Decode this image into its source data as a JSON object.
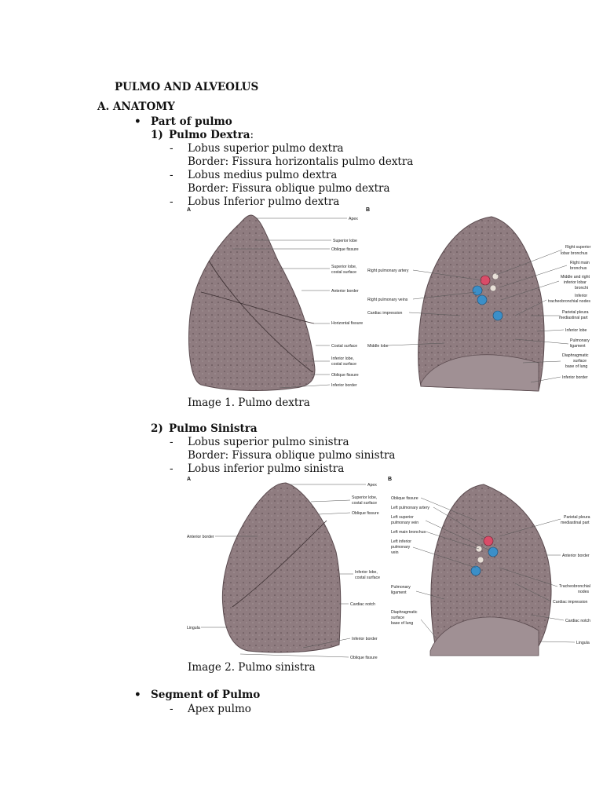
{
  "doc": {
    "title": "PULMO AND ALVEOLUS",
    "section_a": "A.  ANATOMY",
    "bullet1": "Part of pulmo",
    "dextra": {
      "num": "1)",
      "heading": "Pulmo Dextra",
      "colon": ":"
    },
    "dextra_items": [
      "Lobus superior pulmo dextra",
      "Border: Fissura horizontalis pulmo dextra",
      "Lobus medius pulmo dextra",
      "Border: Fissura oblique pulmo dextra",
      "Lobus Inferior pulmo dextra"
    ],
    "caption1": "Image 1. Pulmo dextra",
    "sinistra": {
      "num": "2)",
      "heading": "Pulmo Sinistra"
    },
    "sinistra_items": [
      "Lobus superior pulmo sinistra",
      "Border: Fissura oblique pulmo sinistra",
      "Lobus inferior pulmo sinistra"
    ],
    "caption2": "Image 2. Pulmo sinistra",
    "bullet2": "Segment of Pulmo",
    "segment_items": [
      "Apex pulmo"
    ],
    "dash": "-"
  },
  "figure1": {
    "panel_a": "A",
    "panel_b": "B",
    "mid_labels": [
      "Apex",
      "Superior lobe",
      "Oblique fissure",
      "Superior lobe,",
      "costal surface",
      "Anterior border",
      "Horizontal fissure",
      "Costal surface",
      "Inferior lobe,",
      "costal surface",
      "Oblique fissure",
      "Inferior border"
    ],
    "inner_labels": [
      "Right pulmonary artery",
      "Right pulmonary veins",
      "Cardiac impression",
      "Middle lobe"
    ],
    "right_labels": [
      "Right superior",
      "lobar bronchus",
      "Right main",
      "bronchus",
      "Middle and right",
      "inferior lobar",
      "bronchi",
      "Inferior",
      "tracheobronchial nodes",
      "Parietal pleura",
      "mediastinal part",
      "Inferior lobe",
      "Pulmonary",
      "ligament",
      "Diaphragmatic",
      "surface",
      "base of lung",
      "Inferior border"
    ]
  },
  "figure2": {
    "panel_a": "A",
    "panel_b": "B",
    "top_label": "Apex",
    "left_labels": [
      "Anterior border",
      "Lingula"
    ],
    "mid_labels": [
      "Superior lobe,",
      "costal surface",
      "Oblique fissure",
      "Inferior lobe,",
      "costal surface",
      "Cardiac notch",
      "Inferior border",
      "Oblique fissure"
    ],
    "inner_labels": [
      "Oblique fissure",
      "Left pulmonary artery",
      "Left superior",
      "pulmonary vein",
      "Left main bronchus",
      "Left inferior",
      "pulmonary",
      "vein",
      "Pulmonary",
      "ligament",
      "Diaphragmatic",
      "surface",
      "base of lung"
    ],
    "right_labels": [
      "Parietal pleura",
      "mediastinal part",
      "Anterior border",
      "Tracheobronchial",
      "nodes",
      "Cardiac impression",
      "Cardiac notch",
      "Lingula"
    ]
  },
  "colors": {
    "lung_fill": "#8f7c80",
    "lung_dark": "#6a5a5e",
    "artery": "#3b8fc8",
    "vein": "#d94c68"
  }
}
